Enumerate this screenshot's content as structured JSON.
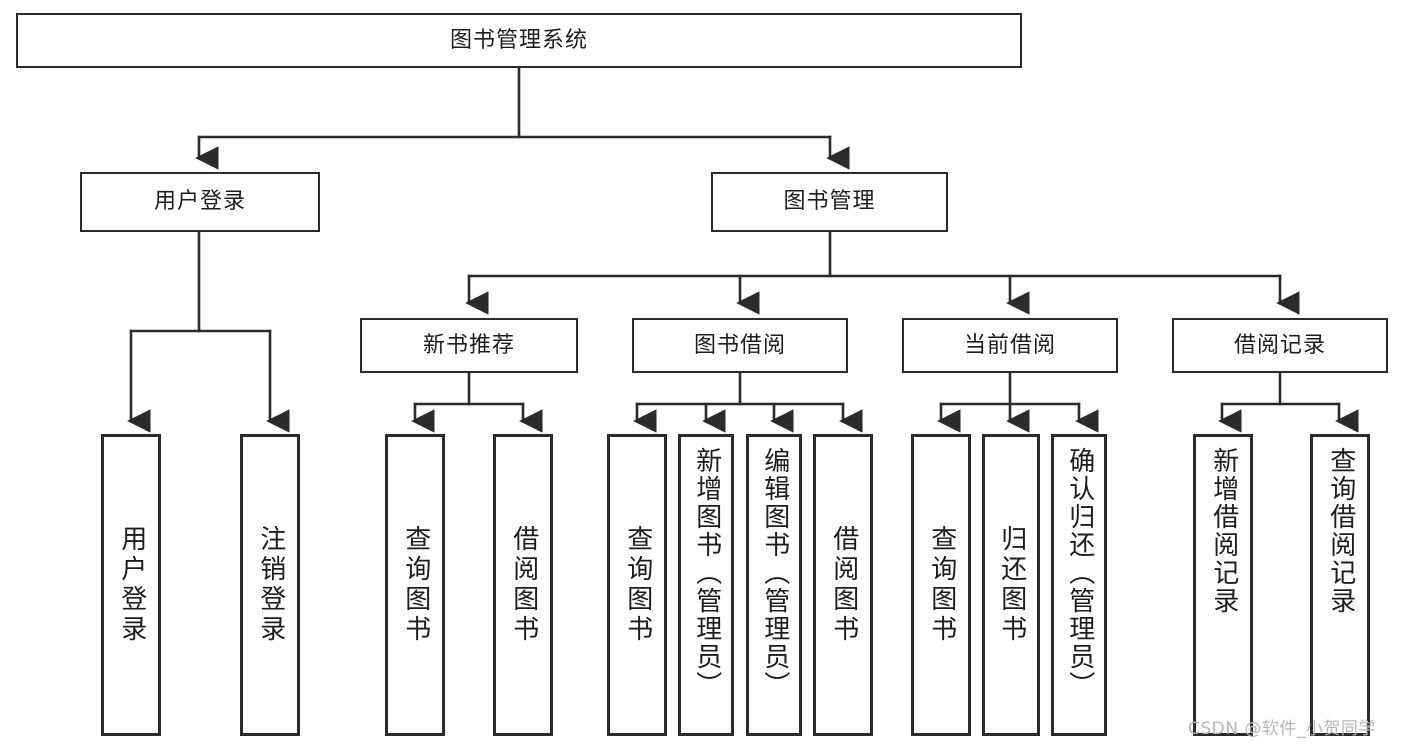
{
  "diagram": {
    "type": "tree",
    "title": "图书管理系统",
    "root": {
      "label": "图书管理系统"
    },
    "level2": [
      {
        "label": "用户登录"
      },
      {
        "label": "图书管理"
      }
    ],
    "level3": [
      {
        "label": "新书推荐"
      },
      {
        "label": "图书借阅"
      },
      {
        "label": "当前借阅"
      },
      {
        "label": "借阅记录"
      }
    ],
    "leaves": {
      "user_login": [
        {
          "label": "用户登录"
        },
        {
          "label": "注销登录"
        }
      ],
      "new_book_recommend": [
        {
          "label": "查询图书"
        },
        {
          "label": "借阅图书"
        }
      ],
      "book_borrow": [
        {
          "label": "查询图书"
        },
        {
          "label": "新增图书（管理员）"
        },
        {
          "label": "编辑图书（管理员）"
        },
        {
          "label": "借阅图书"
        }
      ],
      "current_borrow": [
        {
          "label": "查询图书"
        },
        {
          "label": "归还图书"
        },
        {
          "label": "确认归还（管理员）"
        }
      ],
      "borrow_record": [
        {
          "label": "新增借阅记录"
        },
        {
          "label": "查询借阅记录"
        }
      ]
    }
  },
  "watermark": {
    "text": "CSDN @软件_小贺同学"
  },
  "colors": {
    "border": "#2b2b2b",
    "background": "#ffffff",
    "text": "#1d1d1d",
    "watermark": "#b6b6b6"
  }
}
